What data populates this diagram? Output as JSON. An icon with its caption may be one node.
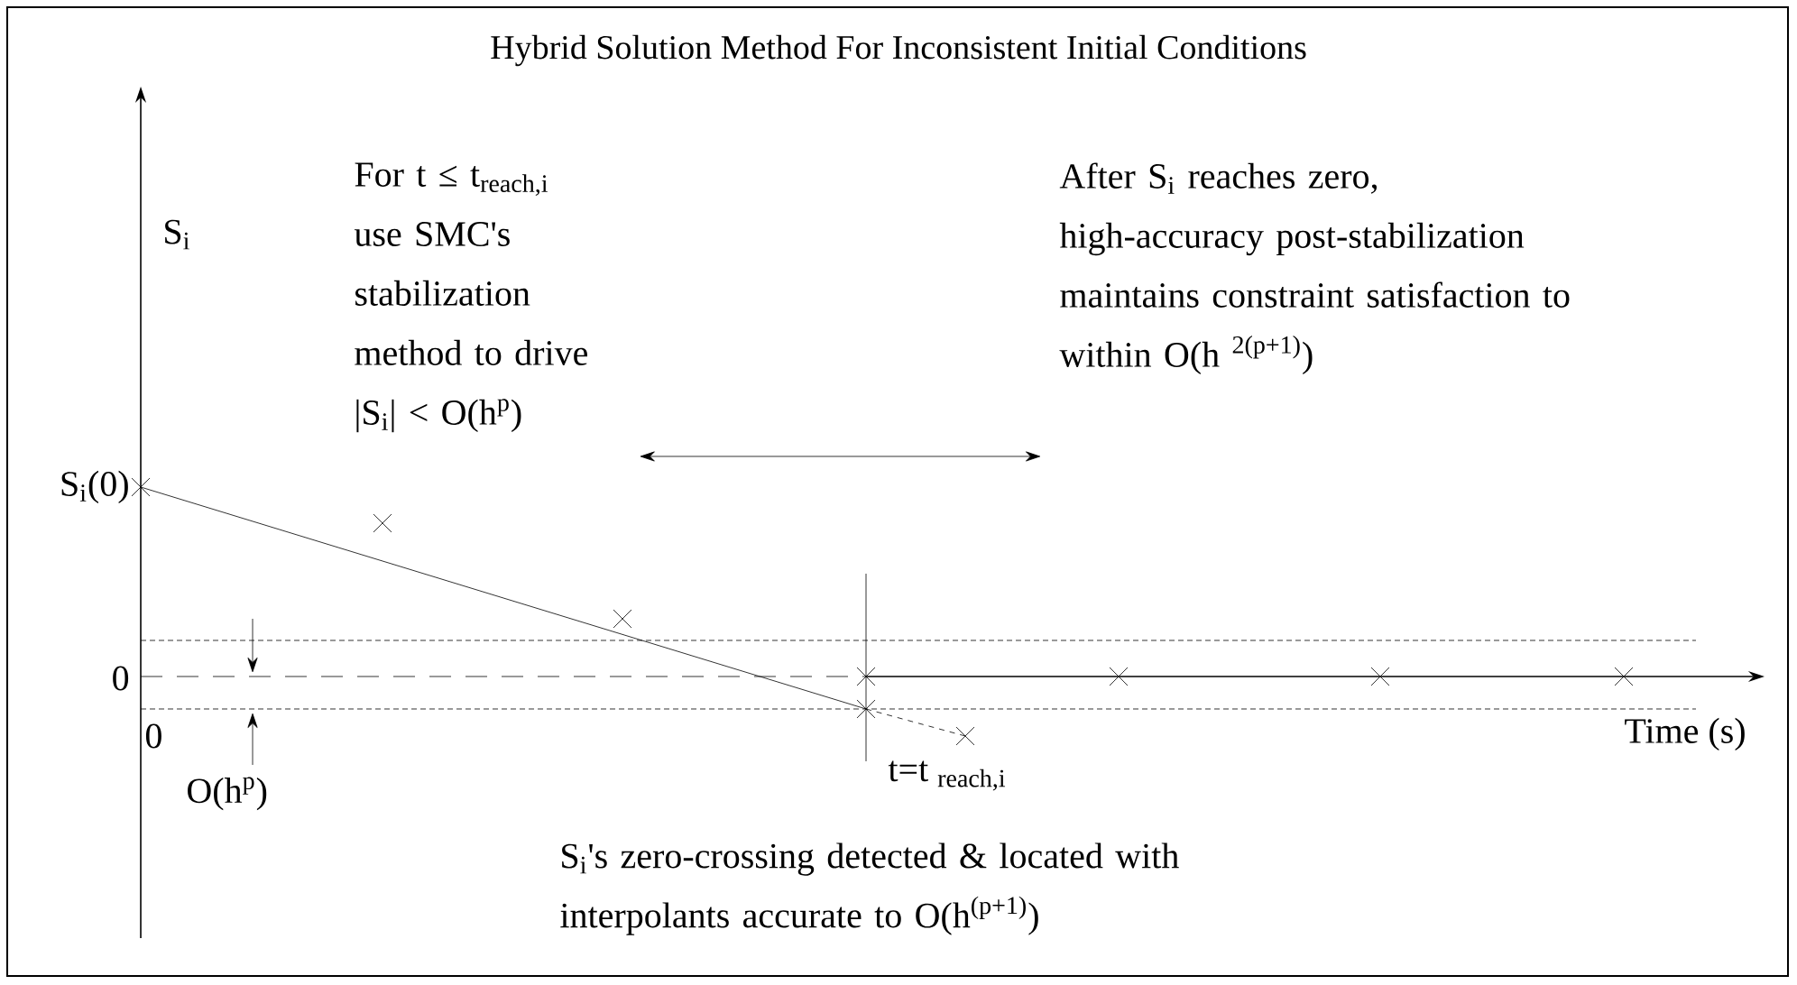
{
  "diagram": {
    "title": "Hybrid Solution Method For Inconsistent Initial Conditions",
    "nodes": [
      {
        "text": [
          "For t ≤ t$_{reach,i}$ use SMC's stabilization method to drive |S$_{i}$| < O(h$^{p}$)"
        ]
      },
      {
        "text": [
          "After S$_{i}$ reaches zero, high-accuracy post-stabilization maintains constraint satisfaction to within O(h $^{2(p+1)}$)"
        ]
      }
    ],
    "edges": [
      {
        "from": 0,
        "to": 1,
        "arrow": "both"
      }
    ],
    "labels": [
      "S$_{i}$",
      "S$_{i}$(0)",
      "0",
      "0",
      "O(h$^{p}$)",
      "t=t $_{reach,i}$",
      "Time (s)",
      "S$_{i}$'s zero-crossing detected & located with interpolants accurate to O(h$^{(p+1)}$)"
    ]
  }
}
